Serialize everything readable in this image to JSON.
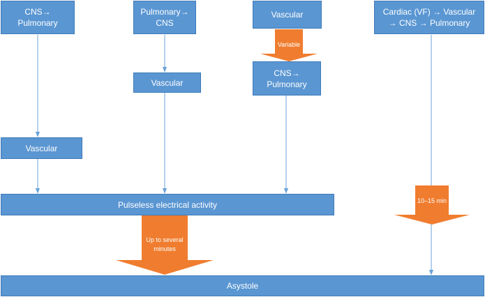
{
  "colors": {
    "box_fill": "#5a96d2",
    "box_border": "#3f7ab8",
    "arrow": "#f07d2f",
    "line": "#6aa2d8"
  },
  "boxes": {
    "cns_pulmonary_1": "CNS→\nPulmonary",
    "pulmonary_cns": "Pulmonary→\nCNS",
    "vascular_top": "Vascular",
    "cardiac_vf": "Cardiac (VF) → Vascular\n→ CNS → Pulmonary",
    "vascular_mid": "Vascular",
    "cns_pulmonary_2": "CNS→\nPulmonary",
    "vascular_left": "Vascular",
    "pea": "Pulseless electrical activity",
    "asystole": "Asystole"
  },
  "arrow_labels": {
    "variable": "Variable",
    "ten_fifteen": "10–15 min",
    "up_to_several": "Up to several\nminutes"
  }
}
